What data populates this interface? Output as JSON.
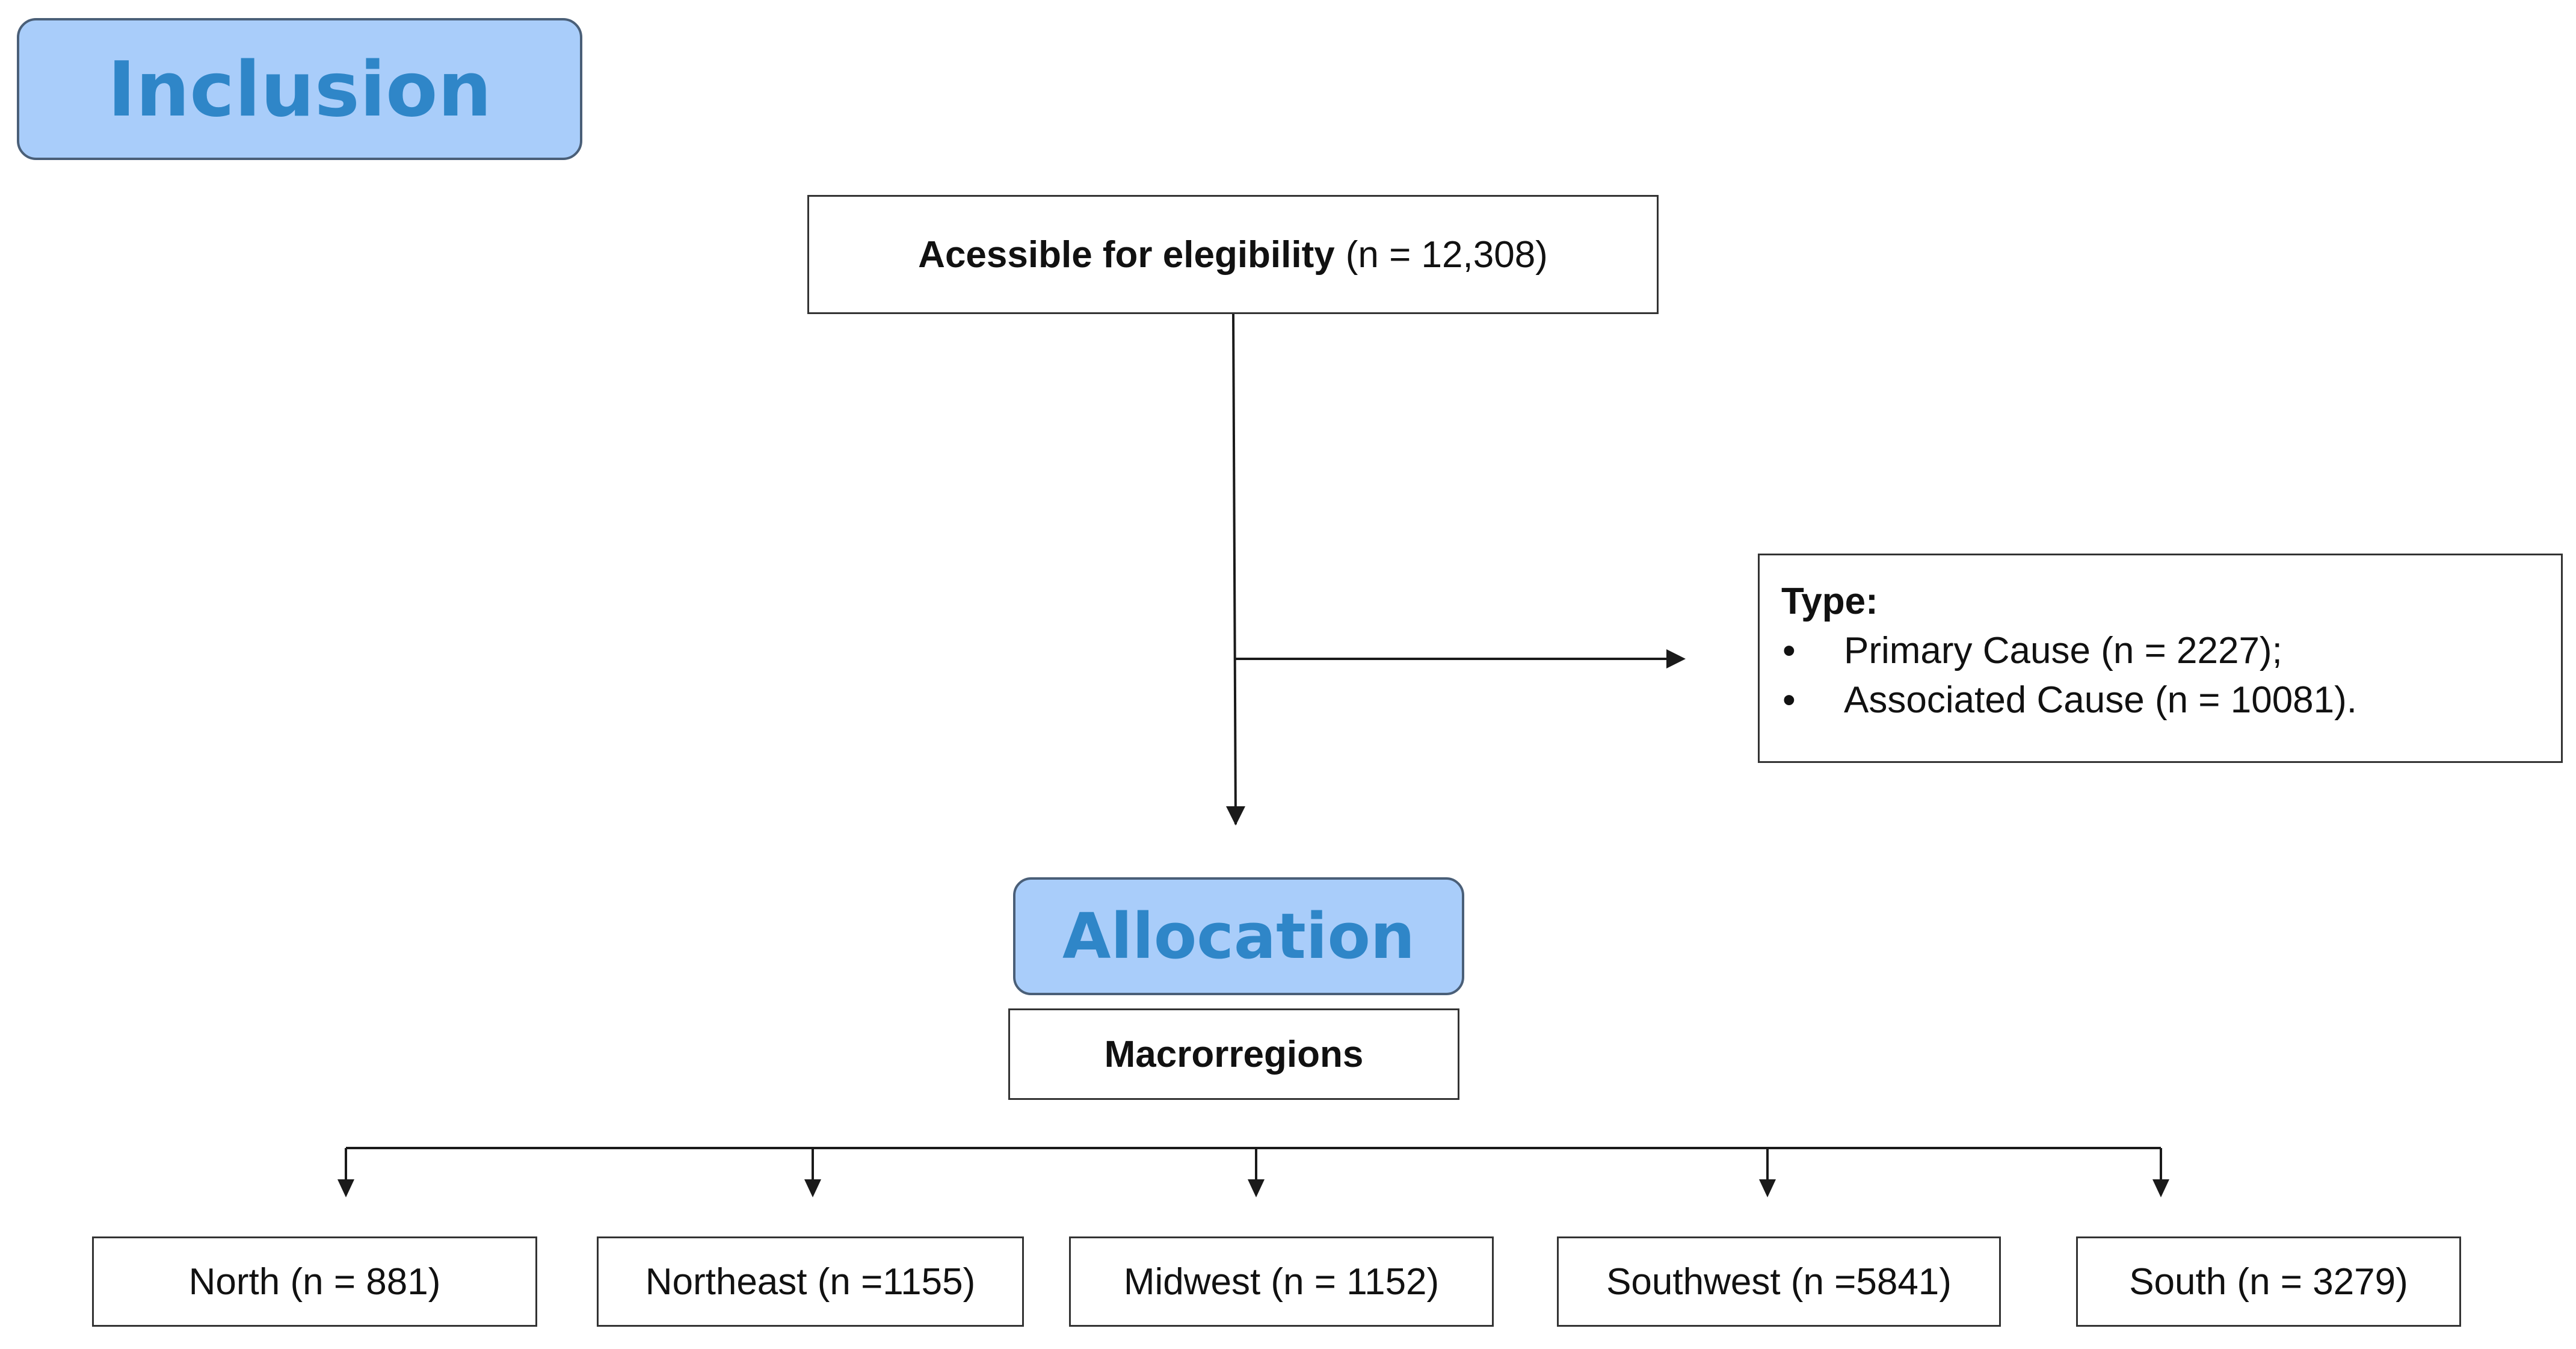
{
  "inclusion": {
    "label": "Inclusion"
  },
  "eligibility": {
    "label": "Acessible for elegibility",
    "count": "(n = 12,308)"
  },
  "type": {
    "title": "Type:",
    "bullet": "•",
    "items": [
      "Primary Cause (n = 2227);",
      "Associated Cause (n = 10081)."
    ]
  },
  "allocation": {
    "label": "Allocation"
  },
  "macroregions": {
    "label": "Macrorregions"
  },
  "regions": [
    "North (n = 881)",
    "Northeast (n =1155)",
    "Midwest (n = 1152)",
    "Southwest (n =5841)",
    "South (n = 3279)"
  ],
  "colors": {
    "pill_fill": "#a9cdfa",
    "pill_text": "#2f86c8",
    "pill_border": "#4a5f78",
    "line": "#1a1a1a"
  }
}
